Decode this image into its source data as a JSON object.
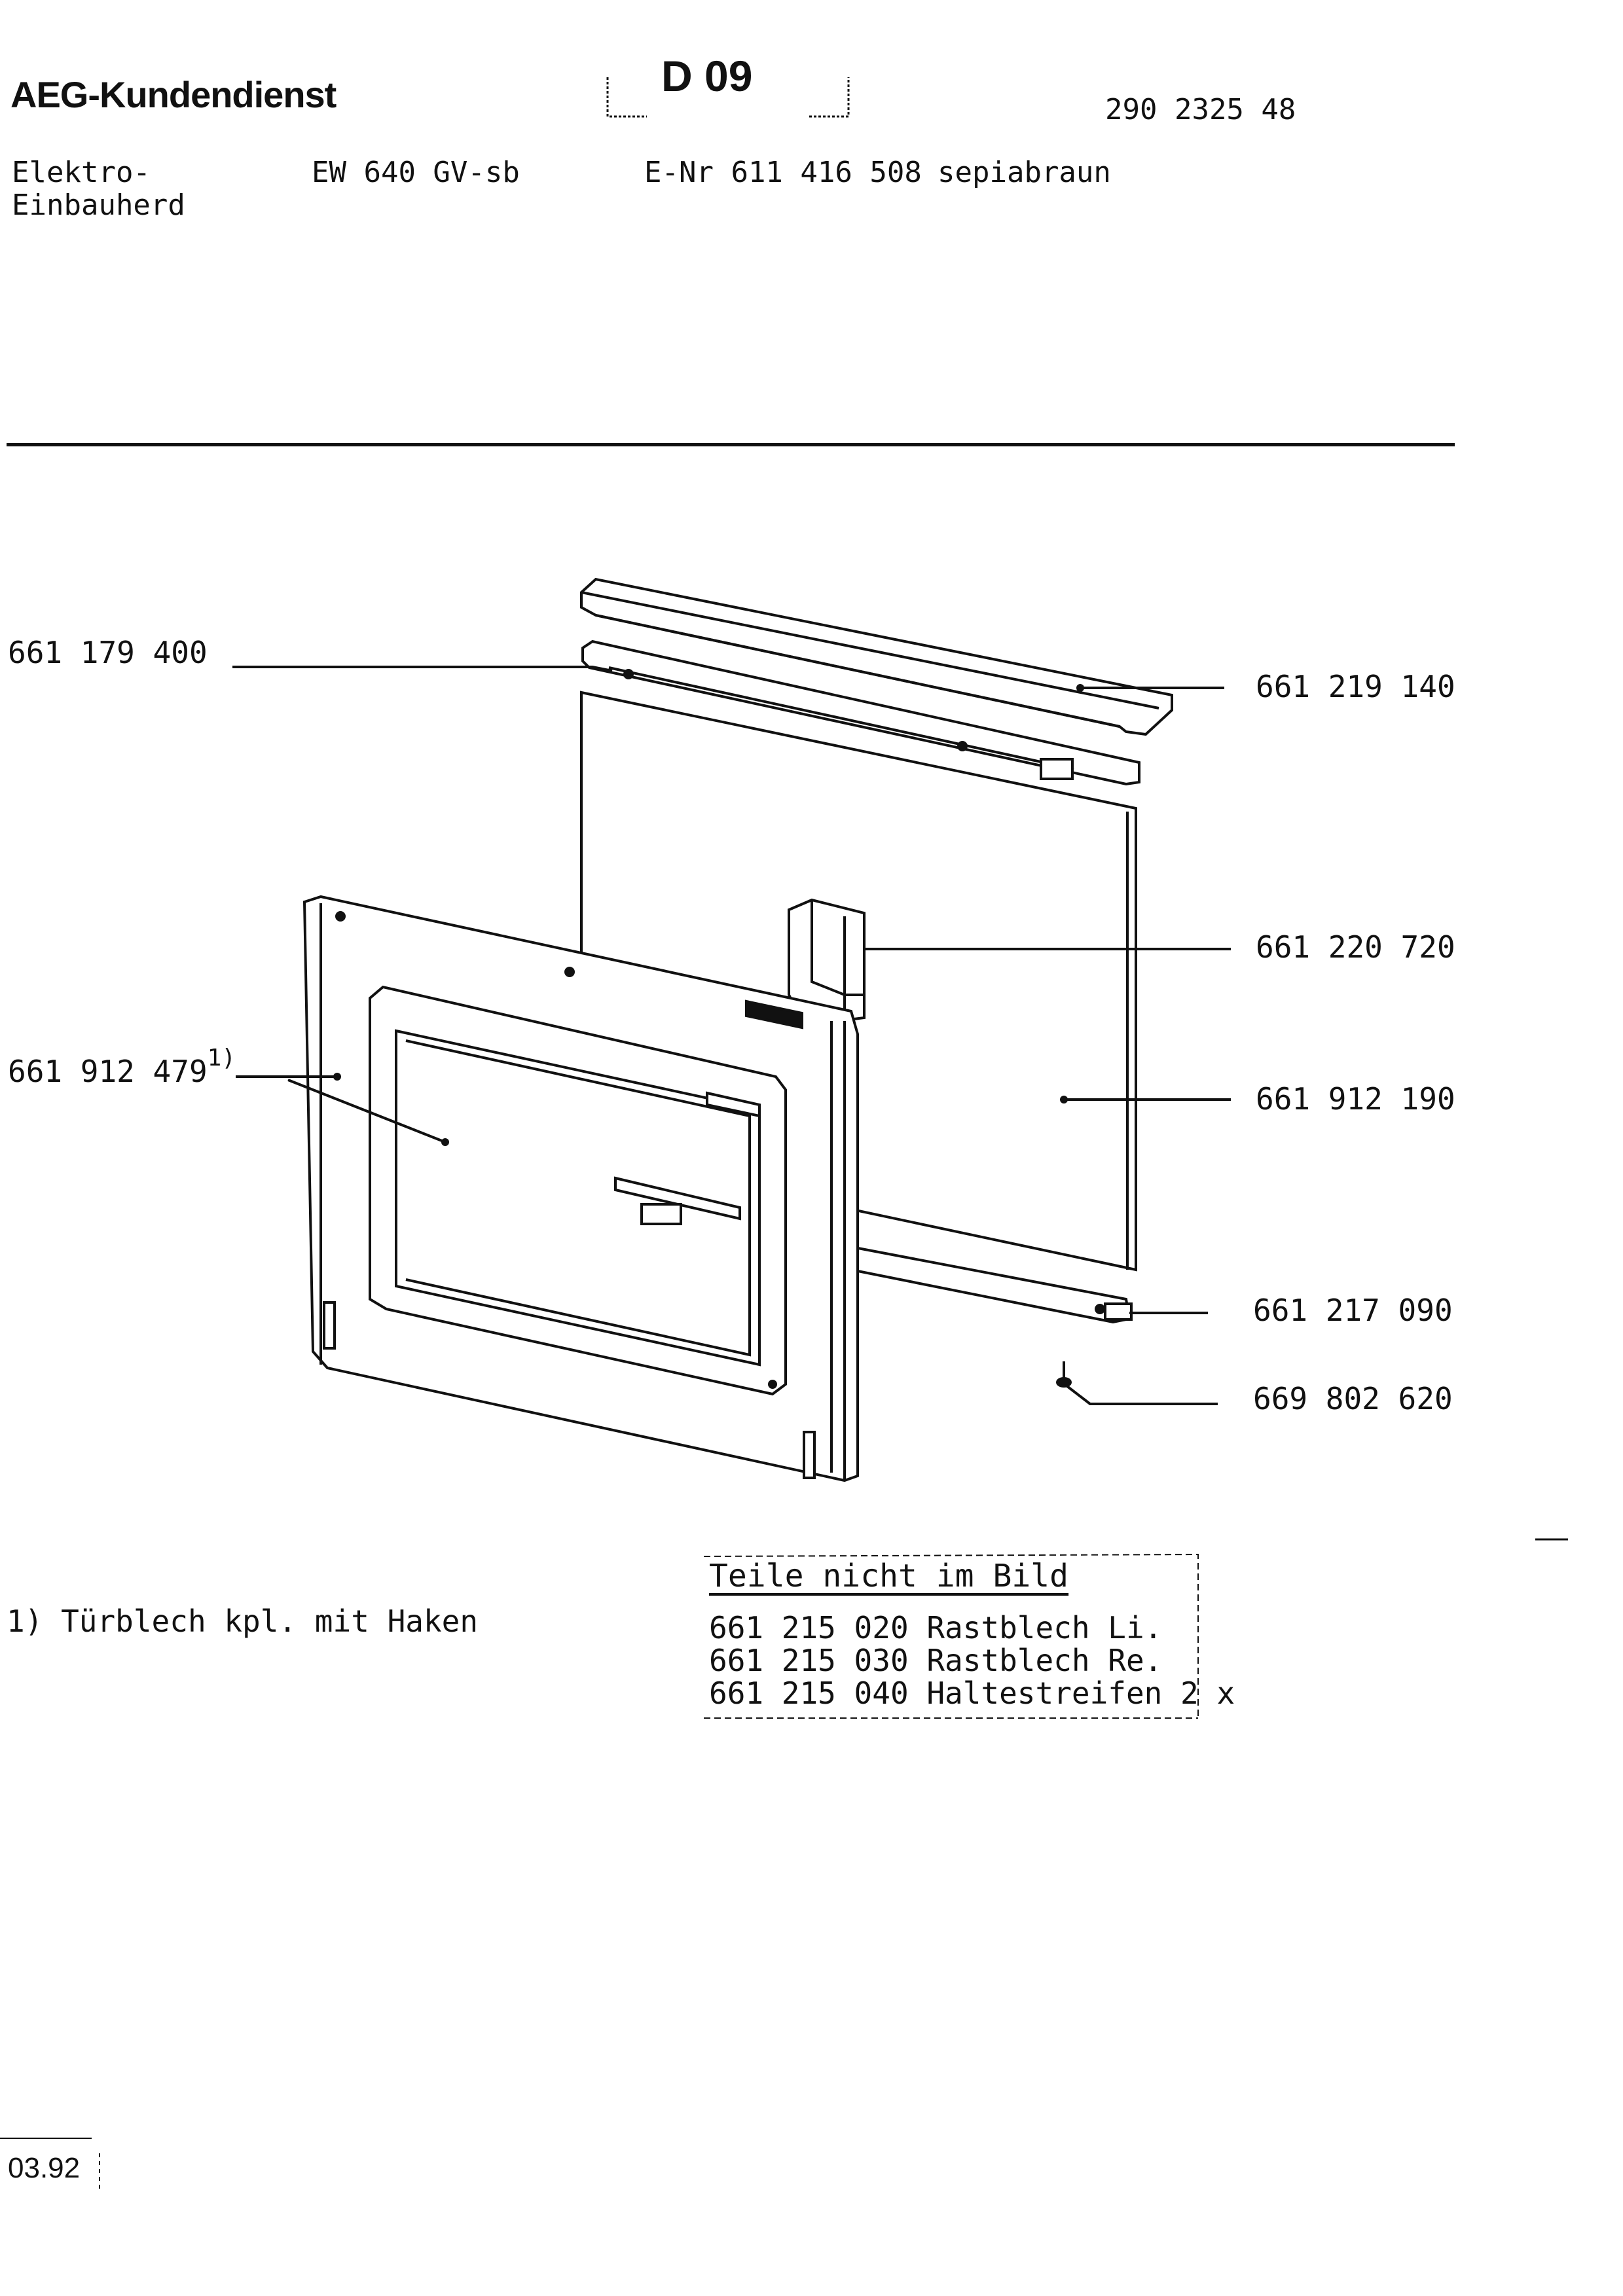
{
  "header": {
    "brand": "AEG-Kundendienst",
    "section_code": "D 09",
    "doc_number": "290 2325 48",
    "product_line1": "Elektro-",
    "product_line2": "Einbauherd",
    "model": "EW 640 GV-sb",
    "enr": "E-Nr 611 416 508",
    "color": "sepiabraun"
  },
  "parts": [
    {
      "number": "661 179 400"
    },
    {
      "number": "661 219 140"
    },
    {
      "number": "661 220 720"
    },
    {
      "number": "661 912 479",
      "footnote_mark": "1)"
    },
    {
      "number": "661 912 190"
    },
    {
      "number": "661 217 090"
    },
    {
      "number": "669 802 620"
    }
  ],
  "footnote": "1) Türblech kpl. mit Haken",
  "not_shown": {
    "title": "Teile nicht im Bild",
    "rows": [
      "661 215 020 Rastblech Li.",
      "661 215 030 Rastblech Re.",
      "661 215 040 Haltestreifen 2 x"
    ]
  },
  "date": "03.92"
}
